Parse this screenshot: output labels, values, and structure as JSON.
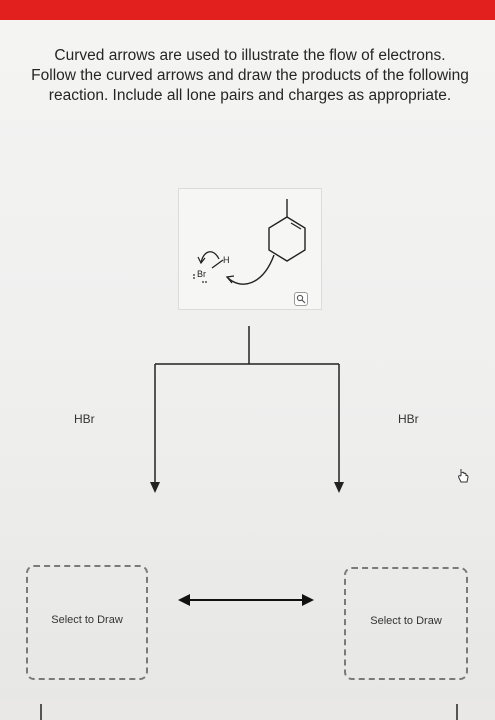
{
  "header": {
    "accent_color": "#e2211f"
  },
  "question": {
    "prompt": "Curved arrows are used to illustrate the flow of electrons. Follow the curved arrows and draw the products of the following reaction. Include all lone pairs and charges as appropriate."
  },
  "molecule": {
    "bromide_label": "Br",
    "hydrogen_label": "H",
    "zoom_icon": "magnifier-icon"
  },
  "scheme": {
    "left_reagent": "HBr",
    "right_reagent": "HBr",
    "resonance_icon": "double-headed-arrow-icon"
  },
  "drawing_areas": {
    "left_label": "Select to Draw",
    "right_label": "Select to Draw"
  },
  "cursor": {
    "icon": "hand-pointer-icon"
  }
}
